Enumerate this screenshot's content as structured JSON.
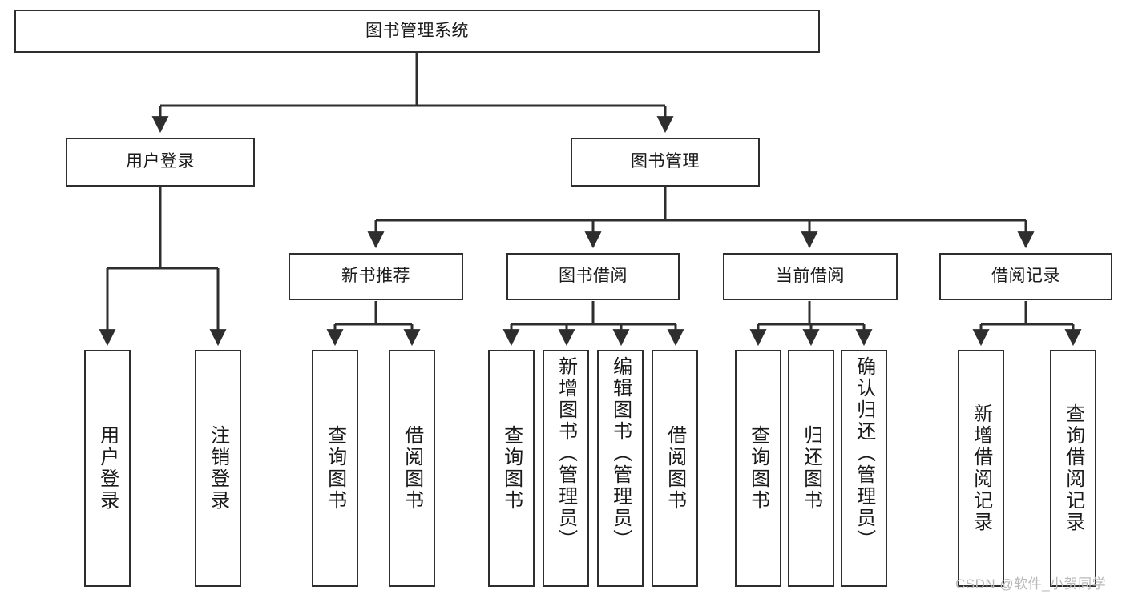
{
  "diagram": {
    "title": "图书管理系统",
    "type": "tree-structure-chart",
    "root": {
      "id": "root",
      "label": "图书管理系统"
    },
    "level1": [
      {
        "id": "user-login",
        "label": "用户登录"
      },
      {
        "id": "book-management",
        "label": "图书管理"
      }
    ],
    "level2": [
      {
        "id": "new-book-recommend",
        "label": "新书推荐",
        "parent": "book-management"
      },
      {
        "id": "book-borrow",
        "label": "图书借阅",
        "parent": "book-management"
      },
      {
        "id": "current-borrow",
        "label": "当前借阅",
        "parent": "book-management"
      },
      {
        "id": "borrow-record",
        "label": "借阅记录",
        "parent": "book-management"
      }
    ],
    "leaves": [
      {
        "id": "leaf-user-login",
        "label": "用户登录",
        "parent": "user-login"
      },
      {
        "id": "leaf-logout-login",
        "label": "注销登录",
        "parent": "user-login"
      },
      {
        "id": "leaf-query-book-1",
        "label": "查询图书",
        "parent": "new-book-recommend"
      },
      {
        "id": "leaf-borrow-book-1",
        "label": "借阅图书",
        "parent": "new-book-recommend"
      },
      {
        "id": "leaf-query-book-2",
        "label": "查询图书",
        "parent": "book-borrow"
      },
      {
        "id": "leaf-add-book",
        "label": "新增图书（管理员）",
        "parent": "book-borrow"
      },
      {
        "id": "leaf-edit-book",
        "label": "编辑图书（管理员）",
        "parent": "book-borrow"
      },
      {
        "id": "leaf-borrow-book-2",
        "label": "借阅图书",
        "parent": "book-borrow"
      },
      {
        "id": "leaf-query-book-3",
        "label": "查询图书",
        "parent": "current-borrow"
      },
      {
        "id": "leaf-return-book",
        "label": "归还图书",
        "parent": "current-borrow"
      },
      {
        "id": "leaf-confirm-return",
        "label": "确认归还（管理员）",
        "parent": "current-borrow"
      },
      {
        "id": "leaf-add-record",
        "label": "新增借阅记录",
        "parent": "borrow-record"
      },
      {
        "id": "leaf-query-record",
        "label": "查询借阅记录",
        "parent": "borrow-record"
      }
    ]
  },
  "watermark": {
    "text": "CSDN @软件_小贺同学"
  },
  "colors": {
    "stroke": "#2e2e2e",
    "fill": "#ffffff",
    "text": "#1a1a1a",
    "watermark": "#b9b9b9"
  }
}
